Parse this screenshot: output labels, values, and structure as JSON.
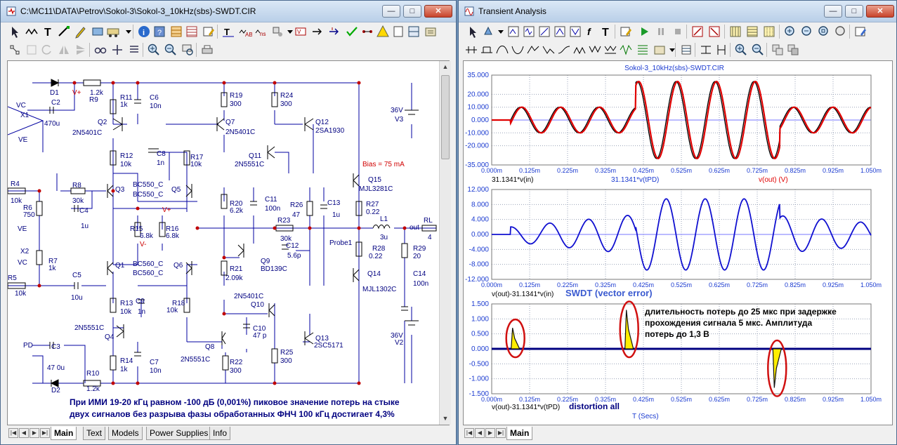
{
  "schematic_window": {
    "title": "C:\\MC11\\DATA\\Petrov\\Sokol-3\\Sokol-3_10kHz(sbs)-SWDT.CIR",
    "tabs": [
      "Main",
      "Text",
      "Models",
      "Power Supplies",
      "Info"
    ],
    "active_tab": "Main",
    "labels": {
      "d1": "D1",
      "vplus1": "V+",
      "r9": "R9",
      "r9v": "1.2k",
      "vc1": "VC",
      "x1": "X1",
      "c2": "C2",
      "c2v": "470u",
      "ve1": "VE",
      "r11": "R11",
      "r11v": "1k",
      "c6": "C6",
      "c6v": "10n",
      "q2": "Q2",
      "q2m": "2N5401C",
      "r12": "R12",
      "r12v": "10k",
      "c8": "C8",
      "c8v": "1n",
      "r17": "R17",
      "r17v": "10k",
      "r19": "R19",
      "r19v": "300",
      "q7": "Q7",
      "q7m": "2N5401C",
      "r24": "R24",
      "r24v": "300",
      "q12": "Q12",
      "q12m": "2SA1930",
      "q11": "Q11",
      "q11m": "2N5551C",
      "v3v": "36V",
      "v3": "V3",
      "bias": "Bias = 75 mA",
      "r4": "R4",
      "r4v": "10k",
      "r8": "R8",
      "r8v": "30k",
      "c4": "C4",
      "c4v": "1u",
      "r6": "R6",
      "r6v": "750",
      "q3": "Q3",
      "q3m": "BC550_C",
      "q3m2": "BC550_C",
      "q5": "Q5",
      "r15": "R15",
      "r15v": "6.8k",
      "r16": "R16",
      "r16v": "6.8k",
      "vplus2": "V+",
      "vminus1": "V-",
      "r20": "R20",
      "r20v": "6.2k",
      "c11": "C11",
      "c11v": "100n",
      "r26": "R26",
      "r26v": "47",
      "c13": "C13",
      "c13v": "1u",
      "q15": "Q15",
      "q15m": "MJL3281C",
      "r27": "R27",
      "r27v": "0.22",
      "l1": "L1",
      "l1v": "3u",
      "out": "out",
      "rl": "RL",
      "rlv": "4",
      "r23": "R23",
      "r23v": "30k",
      "c12": "C12",
      "c12v": "5.6p",
      "probe": "Probe1",
      "ve2": "VE",
      "x2": "X2",
      "vc2": "VC",
      "r7": "R7",
      "r7v": "1k",
      "q1": "Q1",
      "q1m": "BC560_C",
      "q1m2": "BC560_C",
      "q6": "Q6",
      "r21": "R21",
      "r21v": "2.09k",
      "q9": "Q9",
      "q9m": "BD139C",
      "r28": "R28",
      "r28v": "0.22",
      "r29": "R29",
      "r29v": "20",
      "q14": "Q14",
      "q14m": "MJL1302C",
      "c14": "C14",
      "c14v": "100n",
      "r5": "R5",
      "r5v": "10k",
      "c5": "C5",
      "c5v": "10u",
      "r13": "R13",
      "r13v": "10k",
      "c9": "C9",
      "c9v": "1n",
      "r18": "R18",
      "r18v": "10k",
      "q10m": "2N5401C",
      "q10": "Q10",
      "c10": "C10",
      "c10v": "47 p",
      "q4m": "2N5551C",
      "q4": "Q4",
      "q8": "Q8",
      "q8m": "2N5551C",
      "q13": "Q13",
      "q13m": "2SC5171",
      "v2v": "36V",
      "v2": "V2",
      "pd": "PD",
      "c3": "C3",
      "c3v": "47 0u",
      "r14": "R14",
      "r14v": "1k",
      "c7": "C7",
      "c7v": "10n",
      "r22": "R22",
      "r22v": "300",
      "r25": "R25",
      "r25v": "300",
      "d2": "D2",
      "r10": "R10",
      "r10v": "1.2k"
    },
    "note_line1": "При ИМИ 19-20 кГц равном -100 дБ (0,001%) пиковое значение потерь на стыке",
    "note_line2": "двух сигналов без разрыва фазы обработанных ФНЧ 100 кГц  достигает 4,3%"
  },
  "transient_window": {
    "title": "Transient Analysis",
    "tabs": [
      "Main"
    ],
    "active_tab": "Main",
    "plot_title": "Sokol-3_10kHz(sbs)-SWDT.CIR",
    "x_ticks": [
      "0.000m",
      "0.125m",
      "0.225m",
      "0.325m",
      "0.425m",
      "0.525m",
      "0.625m",
      "0.725m",
      "0.825m",
      "0.925m",
      "1.050m"
    ],
    "plot1_y_ticks": [
      "35.000",
      "20.000",
      "10.000",
      "0.000",
      "-10.000",
      "-20.000",
      "-35.000"
    ],
    "plot1_label_in": "31.1341*v(in)",
    "plot1_label_tpd": "31.1341*v(tPD)",
    "plot1_label_out": "v(out) (V)",
    "plot2_y_ticks": [
      "12.000",
      "8.000",
      "4.000",
      "0.000",
      "-4.000",
      "-8.000",
      "-12.000"
    ],
    "plot2_label": "v(out)-31.1341*v(in)",
    "plot2_caption": "SWDT (vector error)",
    "plot3_y_ticks": [
      "1.500",
      "1.000",
      "0.500",
      "0.000",
      "-0.500",
      "-1.000",
      "-1.500"
    ],
    "plot3_label": "v(out)-31.1341*v(tPD)",
    "plot3_caption": "distortion all",
    "x_axis_label": "T (Secs)",
    "annotation_line1": "длительность потерь до 25 мкс при задержке",
    "annotation_line2": "прохождения сигнала 5 мкс. Амплитуда",
    "annotation_line3": "потерь до 1,3 В",
    "colors": {
      "out": "#e00000",
      "in": "#000000",
      "tpd": "#e00000",
      "error": "#1010d0",
      "distortion": "#000080",
      "fill": "#ffee00",
      "ellipse": "#d01010",
      "grid": "#9aa3b8",
      "axis": "#7777ff"
    }
  }
}
